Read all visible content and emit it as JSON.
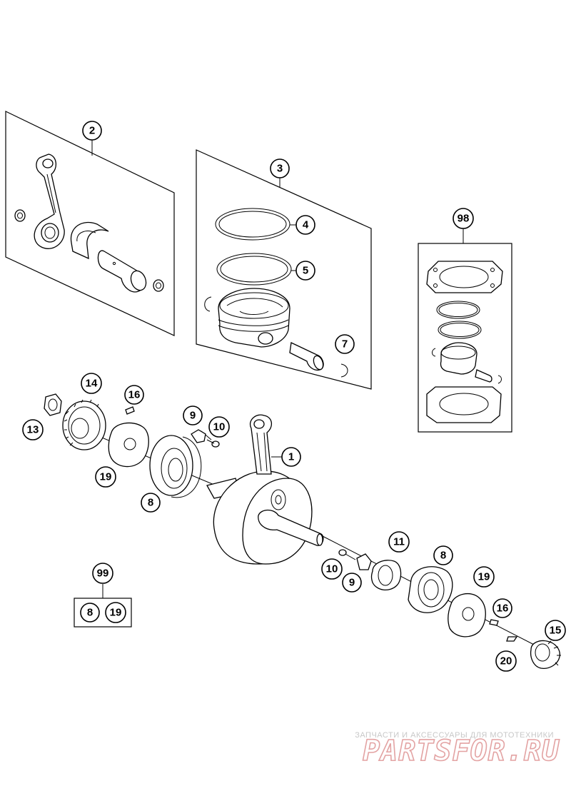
{
  "callouts": {
    "c1": "1",
    "c2": "2",
    "c3": "3",
    "c4": "4",
    "c5": "5",
    "c7": "7",
    "c8a": "8",
    "c8b": "8",
    "c9a": "9",
    "c9b": "9",
    "c10a": "10",
    "c10b": "10",
    "c11": "11",
    "c13": "13",
    "c14": "14",
    "c15": "15",
    "c16a": "16",
    "c16b": "16",
    "c19a": "19",
    "c19b": "19",
    "c20": "20",
    "c98": "98",
    "c99": "99",
    "c99_8": "8",
    "c99_19": "19"
  },
  "watermark": {
    "tagline": "ЗАПЧАСТИ И АКСЕССУАРЫ ДЛЯ МОТОТЕХНИКИ",
    "brand": "PARTSFOR.RU"
  },
  "colors": {
    "line": "#000000",
    "watermark_text": "#c8c8c8",
    "watermark_logo": "#e3a3a3"
  }
}
